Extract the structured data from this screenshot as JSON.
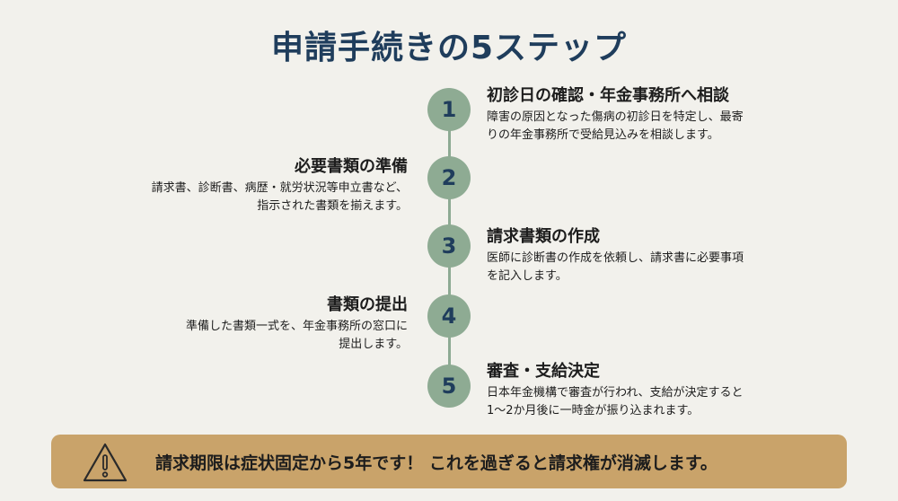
{
  "title": "申請手続きの5ステップ",
  "colors": {
    "background": "#f2f1ec",
    "title": "#1f3d5c",
    "circle_fill": "#8eab93",
    "circle_number": "#1f3d5c",
    "timeline_line": "#8daa93",
    "banner_fill": "#c9a36a"
  },
  "steps": [
    {
      "number": "1",
      "side": "right",
      "heading": "初診日の確認・年金事務所へ相談",
      "desc_line1": "障害の原因となった傷病の初診日を特定し、最寄",
      "desc_line2": "りの年金事務所で受給見込みを相談します。"
    },
    {
      "number": "2",
      "side": "left",
      "heading": "必要書類の準備",
      "desc_line1": "請求書、診断書、病歴・就労状況等申立書など、",
      "desc_line2": "指示された書類を揃えます。"
    },
    {
      "number": "3",
      "side": "right",
      "heading": "請求書類の作成",
      "desc_line1": "医師に診断書の作成を依頼し、請求書に必要事項",
      "desc_line2": "を記入します。"
    },
    {
      "number": "4",
      "side": "left",
      "heading": "書類の提出",
      "desc_line1": "準備した書類一式を、年金事務所の窓口に",
      "desc_line2": "提出します。"
    },
    {
      "number": "5",
      "side": "right",
      "heading": "審査・支給決定",
      "desc_line1": "日本年金機構で審査が行われ、支給が決定すると",
      "desc_line2": "1〜2か月後に一時金が振り込まれます。"
    }
  ],
  "banner": {
    "icon": "warning-triangle-icon",
    "text": "請求期限は症状固定から5年です！ これを過ぎると請求権が消滅します。"
  }
}
